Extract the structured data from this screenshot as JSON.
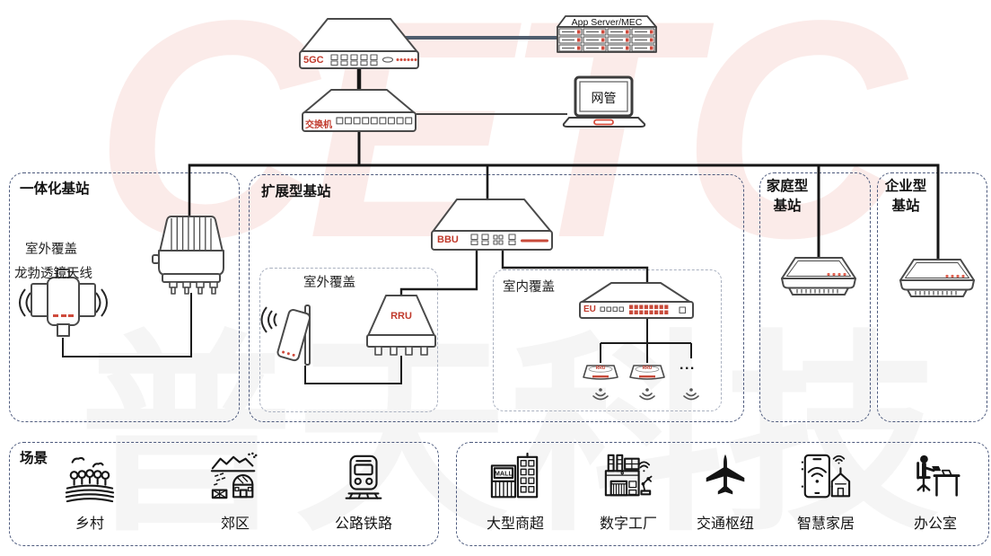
{
  "watermark": {
    "cetc": "CETC",
    "company": "普天科技"
  },
  "core": {
    "core_label": "5GC",
    "app_server_label": "App Server/MEC",
    "switch_label": "交换机",
    "nms_label": "网管"
  },
  "sections": {
    "integrated": {
      "title": "一体化基站",
      "coverage_text": "室外覆盖",
      "antenna_text": "龙勃透镜天线"
    },
    "extended": {
      "title": "扩展型基站",
      "bbu_label": "BBU",
      "outdoor": {
        "title": "室外覆盖",
        "rru_label": "RRU"
      },
      "indoor": {
        "title": "室内覆盖",
        "eu_label": "EU",
        "prru_label": "RRU",
        "more": "..."
      }
    },
    "home": {
      "title_line1": "家庭型",
      "title_line2": "基站"
    },
    "enterprise": {
      "title_line1": "企业型",
      "title_line2": "基站"
    }
  },
  "scenarios": {
    "title": "场景",
    "mall_sign": "MALL",
    "left": [
      {
        "label": "乡村"
      },
      {
        "label": "郊区"
      },
      {
        "label": "公路铁路"
      }
    ],
    "right": [
      {
        "label": "大型商超"
      },
      {
        "label": "数字工厂"
      },
      {
        "label": "交通枢纽"
      },
      {
        "label": "智慧家居"
      },
      {
        "label": "办公室"
      }
    ]
  },
  "colors": {
    "accent_red": "#c0392b",
    "led_red": "#e0604f",
    "line_black": "#1c1c1c",
    "server_link": "#4e5d6e",
    "outer_box_border": "#4d5a7d",
    "inner_box_border": "#aab1c0"
  }
}
